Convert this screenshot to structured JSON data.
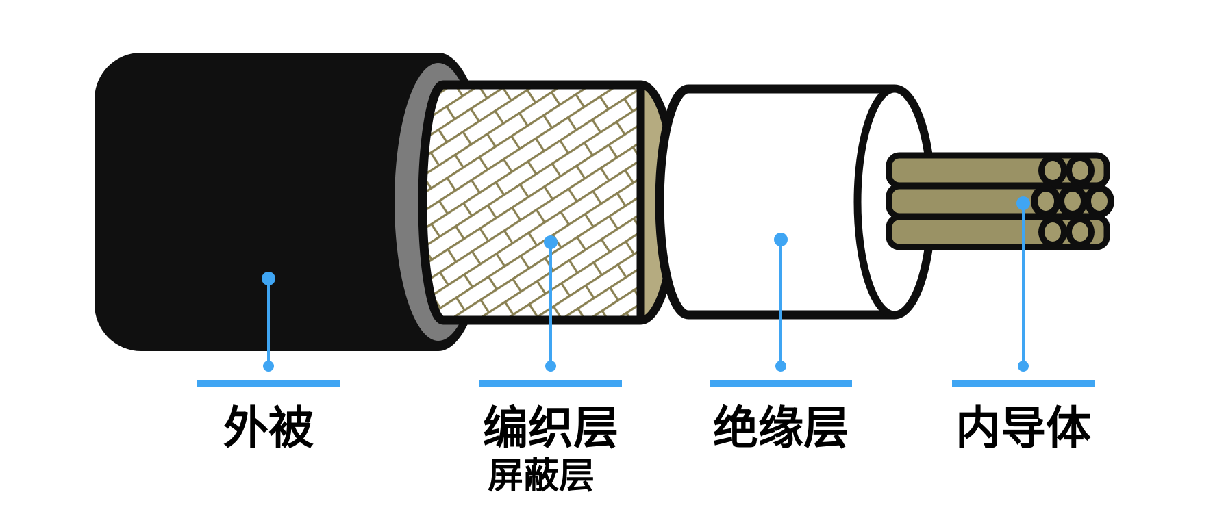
{
  "diagram": {
    "type": "cable-cutaway",
    "description": "Coaxial cable exploded cutaway diagram with four labeled layers",
    "callouts": [
      {
        "id": "jacket",
        "label": "外被"
      },
      {
        "id": "braid",
        "label": "编织层",
        "sublabel": "屏蔽层"
      },
      {
        "id": "insulation",
        "label": "绝缘层"
      },
      {
        "id": "conductor",
        "label": "内导体"
      }
    ],
    "colors": {
      "background": "#ffffff",
      "accent_blue": "#3fa5f3",
      "jacket_black": "#101010",
      "outline_black": "#0e0e0e",
      "jacket_lining_gray": "#7c7c7c",
      "braid_line_olive": "#8a8153",
      "braid_fill_white": "#ffffff",
      "braid_cut_tan": "#b5ab80",
      "insulation_white": "#ffffff",
      "conductor_olive": "#9a9265",
      "conductor_core_khaki": "#a29a6c"
    }
  }
}
